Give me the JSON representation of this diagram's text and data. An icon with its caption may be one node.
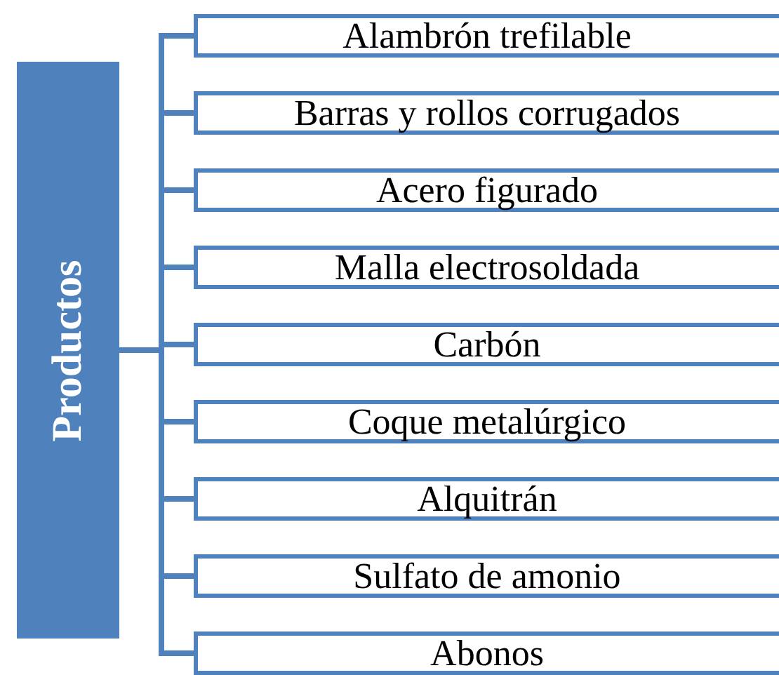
{
  "diagram": {
    "nodes": [
      {
        "text": [
          "Productos"
        ]
      },
      {
        "text": [
          "Alambrón trefilable"
        ]
      },
      {
        "text": [
          "Barras y rollos corrugados"
        ]
      },
      {
        "text": [
          "Acero figurado"
        ]
      },
      {
        "text": [
          "Malla electrosoldada"
        ]
      },
      {
        "text": [
          "Carbón"
        ]
      },
      {
        "text": [
          "Coque metalúrgico"
        ]
      },
      {
        "text": [
          "Alquitrán"
        ]
      },
      {
        "text": [
          "Sulfato de amonio"
        ]
      },
      {
        "text": [
          "Abonos"
        ]
      }
    ],
    "edges": [
      {
        "from": 0,
        "to": 1,
        "arrow": "none"
      },
      {
        "from": 0,
        "to": 2,
        "arrow": "none"
      },
      {
        "from": 0,
        "to": 3,
        "arrow": "none"
      },
      {
        "from": 0,
        "to": 4,
        "arrow": "none"
      },
      {
        "from": 0,
        "to": 5,
        "arrow": "none"
      },
      {
        "from": 0,
        "to": 6,
        "arrow": "none"
      },
      {
        "from": 0,
        "to": 7,
        "arrow": "none"
      },
      {
        "from": 0,
        "to": 8,
        "arrow": "none"
      },
      {
        "from": 0,
        "to": 9,
        "arrow": "none"
      }
    ]
  }
}
